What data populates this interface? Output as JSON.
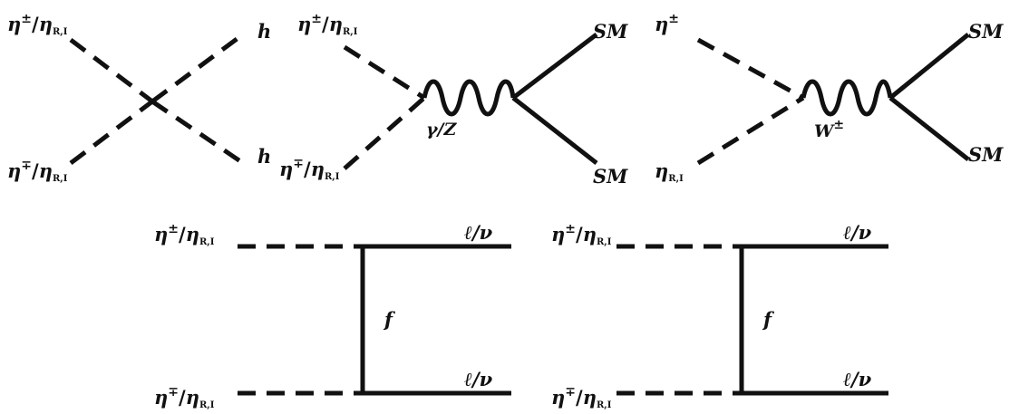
{
  "labels": {
    "eta": "η",
    "pm": "±",
    "mp": "∓",
    "slash": "/",
    "ri": "R,I",
    "h": "h",
    "sm": "SM",
    "gamma_z": "γ/Z",
    "w": "W",
    "f": "f",
    "lepton": "ℓ/ν"
  },
  "colors": {
    "line": "#111111"
  }
}
